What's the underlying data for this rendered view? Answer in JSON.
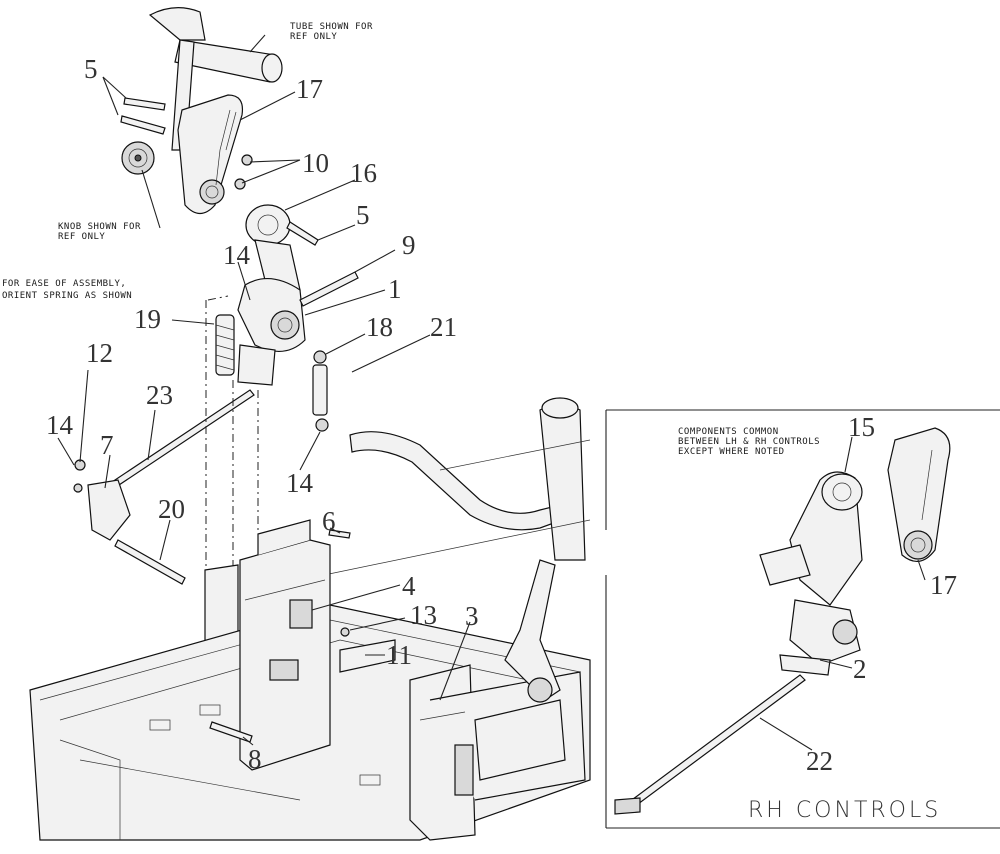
{
  "notes": {
    "tube": [
      "TUBE SHOWN FOR",
      "REF ONLY"
    ],
    "knob": [
      "KNOB SHOWN FOR",
      "REF ONLY"
    ],
    "spring": [
      "FOR EASE OF ASSEMBLY,",
      "ORIENT SPRING AS SHOWN"
    ],
    "common": [
      "COMPONENTS COMMON",
      "BETWEEN LH & RH CONTROLS",
      "EXCEPT WHERE NOTED"
    ]
  },
  "inset_title": "RH CONTROLS",
  "callouts": {
    "c5a": "5",
    "c17a": "17",
    "c10": "10",
    "c16": "16",
    "c5b": "5",
    "c9": "9",
    "c14a": "14",
    "c1": "1",
    "c19": "19",
    "c18": "18",
    "c21": "21",
    "c12": "12",
    "c23": "23",
    "c14b": "14",
    "c7": "7",
    "c14c": "14",
    "c20": "20",
    "c6": "6",
    "c4": "4",
    "c13": "13",
    "c3": "3",
    "c11": "11",
    "c8": "8",
    "c15": "15",
    "c17b": "17",
    "c2": "2",
    "c22": "22"
  }
}
